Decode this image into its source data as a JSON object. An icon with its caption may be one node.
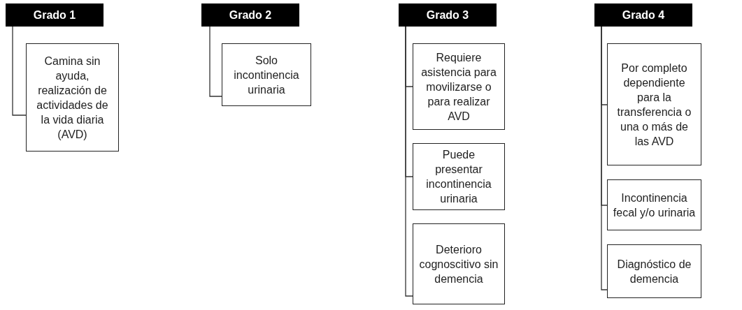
{
  "diagram": {
    "nodes": [
      {
        "text": [
          "Grado 1"
        ]
      },
      {
        "text": [
          "Camina sin ayuda, realización de actividades de la vida diaria (AVD)"
        ]
      },
      {
        "text": [
          "Grado 2"
        ]
      },
      {
        "text": [
          "Solo incontinencia urinaria"
        ]
      },
      {
        "text": [
          "Grado 3"
        ]
      },
      {
        "text": [
          "Requiere asistencia para movilizarse o para realizar AVD"
        ]
      },
      {
        "text": [
          "Puede presentar incontinencia urinaria"
        ]
      },
      {
        "text": [
          "Deterioro cognoscitivo sin demencia"
        ]
      },
      {
        "text": [
          "Grado 4"
        ]
      },
      {
        "text": [
          "Por completo dependiente para la transferencia o una o más de las AVD"
        ]
      },
      {
        "text": [
          "Incontinencia fecal y/o urinaria"
        ]
      },
      {
        "text": [
          "Diagnóstico de demencia"
        ]
      }
    ],
    "edges": [
      {
        "from": 0,
        "to": 1,
        "arrow": "none"
      },
      {
        "from": 2,
        "to": 3,
        "arrow": "none"
      },
      {
        "from": 4,
        "to": 5,
        "arrow": "none"
      },
      {
        "from": 4,
        "to": 6,
        "arrow": "none"
      },
      {
        "from": 4,
        "to": 7,
        "arrow": "none"
      },
      {
        "from": 8,
        "to": 9,
        "arrow": "none"
      },
      {
        "from": 8,
        "to": 10,
        "arrow": "none"
      },
      {
        "from": 8,
        "to": 11,
        "arrow": "none"
      }
    ]
  }
}
